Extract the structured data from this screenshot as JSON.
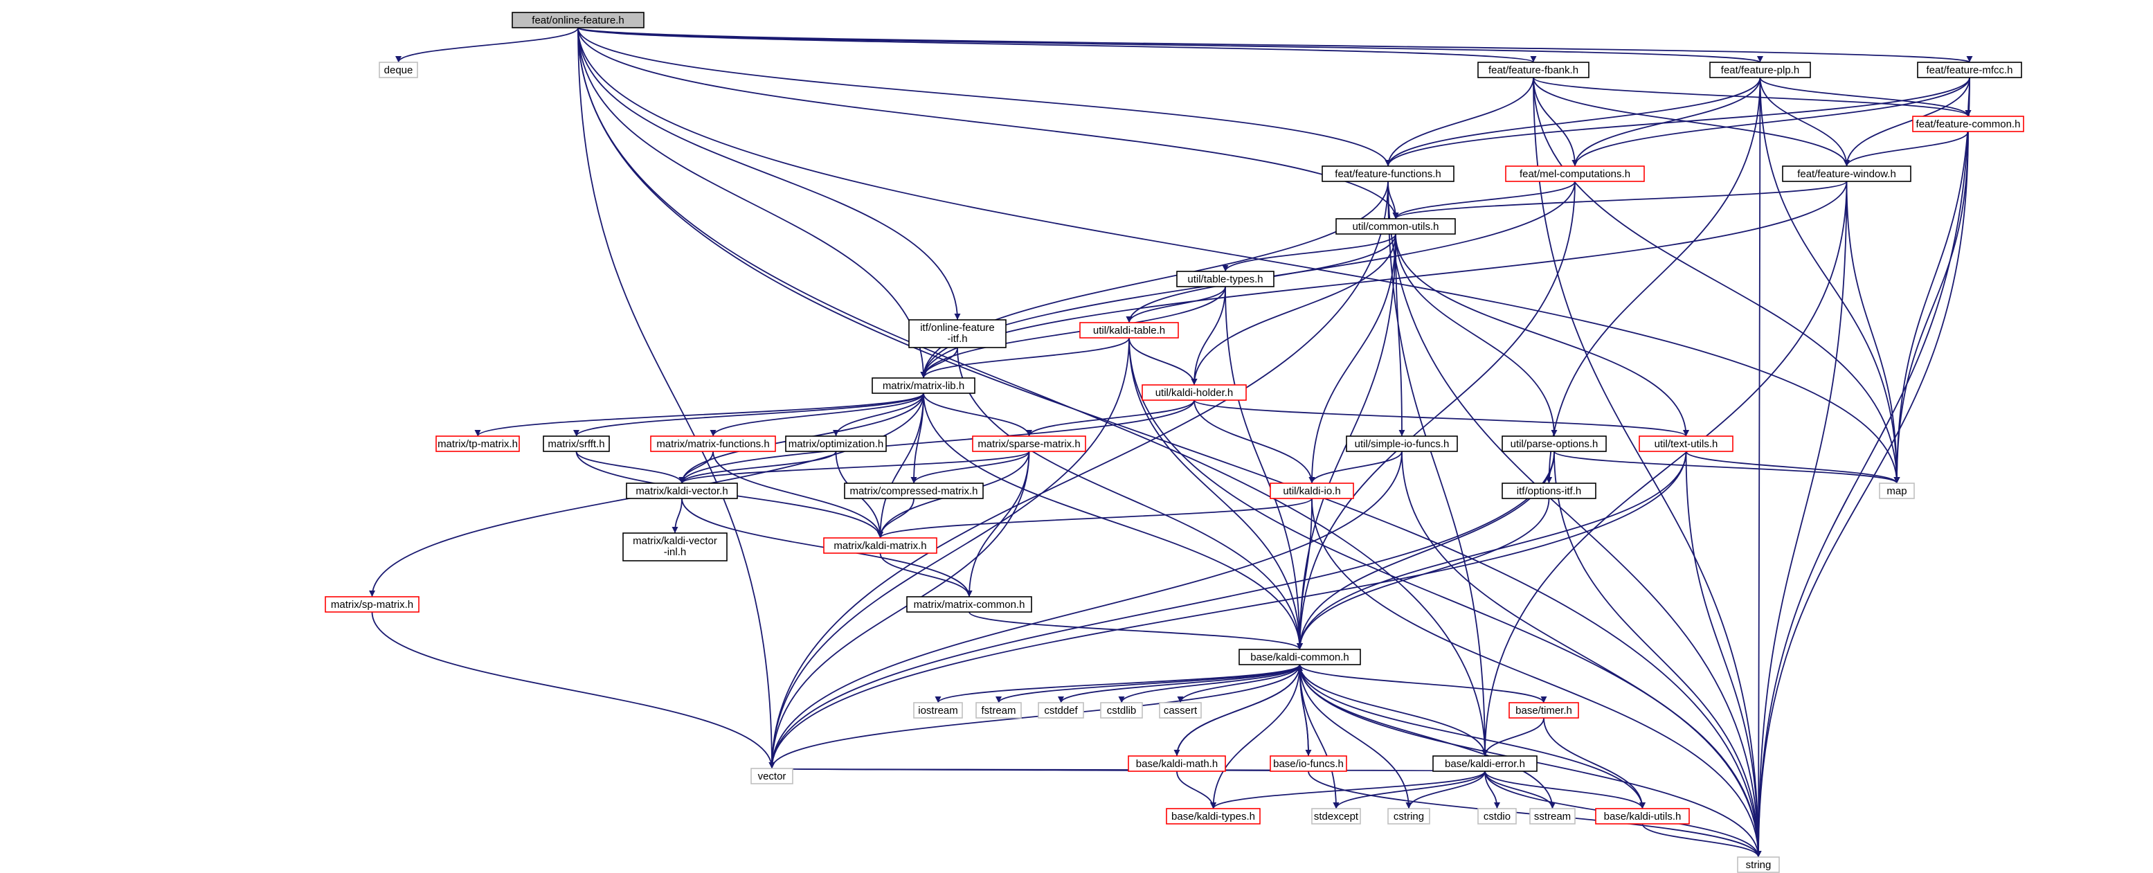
{
  "colors": {
    "edge": "#191970",
    "root_fill": "#bfbfbf",
    "root_border": "#000000",
    "node_border": "#000000",
    "truncated_border": "#ff0000",
    "system_border": "#bfbfbf"
  },
  "nodes": [
    {
      "id": "root",
      "label": "feat/online-feature.h",
      "kind": "root"
    },
    {
      "id": "deque",
      "label": "deque",
      "kind": "system"
    },
    {
      "id": "fbank",
      "label": "feat/feature-fbank.h",
      "kind": "normal"
    },
    {
      "id": "plp",
      "label": "feat/feature-plp.h",
      "kind": "normal"
    },
    {
      "id": "mfcc",
      "label": "feat/feature-mfcc.h",
      "kind": "normal"
    },
    {
      "id": "fcommon",
      "label": "feat/feature-common.h",
      "kind": "truncated"
    },
    {
      "id": "ffunc",
      "label": "feat/feature-functions.h",
      "kind": "normal"
    },
    {
      "id": "melcomp",
      "label": "feat/mel-computations.h",
      "kind": "truncated"
    },
    {
      "id": "fwindow",
      "label": "feat/feature-window.h",
      "kind": "normal"
    },
    {
      "id": "cutils",
      "label": "util/common-utils.h",
      "kind": "normal"
    },
    {
      "id": "ttypes",
      "label": "util/table-types.h",
      "kind": "normal"
    },
    {
      "id": "onlineitf",
      "label": "itf/online-feature\n-itf.h",
      "kind": "normal"
    },
    {
      "id": "ktable",
      "label": "util/kaldi-table.h",
      "kind": "truncated"
    },
    {
      "id": "mlib",
      "label": "matrix/matrix-lib.h",
      "kind": "normal"
    },
    {
      "id": "kholder",
      "label": "util/kaldi-holder.h",
      "kind": "truncated"
    },
    {
      "id": "tpm",
      "label": "matrix/tp-matrix.h",
      "kind": "truncated"
    },
    {
      "id": "srfft",
      "label": "matrix/srfft.h",
      "kind": "normal"
    },
    {
      "id": "mfuncs",
      "label": "matrix/matrix-functions.h",
      "kind": "truncated"
    },
    {
      "id": "mopt",
      "label": "matrix/optimization.h",
      "kind": "normal"
    },
    {
      "id": "sparse",
      "label": "matrix/sparse-matrix.h",
      "kind": "truncated"
    },
    {
      "id": "simpleio",
      "label": "util/simple-io-funcs.h",
      "kind": "normal"
    },
    {
      "id": "parseopt",
      "label": "util/parse-options.h",
      "kind": "normal"
    },
    {
      "id": "textutils",
      "label": "util/text-utils.h",
      "kind": "truncated"
    },
    {
      "id": "map",
      "label": "map",
      "kind": "system"
    },
    {
      "id": "kvector",
      "label": "matrix/kaldi-vector.h",
      "kind": "normal"
    },
    {
      "id": "compmat",
      "label": "matrix/compressed-matrix.h",
      "kind": "normal"
    },
    {
      "id": "kio",
      "label": "util/kaldi-io.h",
      "kind": "truncated"
    },
    {
      "id": "optitf",
      "label": "itf/options-itf.h",
      "kind": "normal"
    },
    {
      "id": "kvecinl",
      "label": "matrix/kaldi-vector\n-inl.h",
      "kind": "normal"
    },
    {
      "id": "kmatrix",
      "label": "matrix/kaldi-matrix.h",
      "kind": "truncated"
    },
    {
      "id": "spm",
      "label": "matrix/sp-matrix.h",
      "kind": "truncated"
    },
    {
      "id": "mcommon",
      "label": "matrix/matrix-common.h",
      "kind": "normal"
    },
    {
      "id": "kcommon",
      "label": "base/kaldi-common.h",
      "kind": "normal"
    },
    {
      "id": "iostream",
      "label": "iostream",
      "kind": "system"
    },
    {
      "id": "fstream",
      "label": "fstream",
      "kind": "system"
    },
    {
      "id": "cstddef",
      "label": "cstddef",
      "kind": "system"
    },
    {
      "id": "cstdlib",
      "label": "cstdlib",
      "kind": "system"
    },
    {
      "id": "cassert",
      "label": "cassert",
      "kind": "system"
    },
    {
      "id": "timer",
      "label": "base/timer.h",
      "kind": "truncated"
    },
    {
      "id": "kmath",
      "label": "base/kaldi-math.h",
      "kind": "truncated"
    },
    {
      "id": "iofuncs",
      "label": "base/io-funcs.h",
      "kind": "truncated"
    },
    {
      "id": "kerror",
      "label": "base/kaldi-error.h",
      "kind": "normal"
    },
    {
      "id": "vector",
      "label": "vector",
      "kind": "system"
    },
    {
      "id": "ktypes",
      "label": "base/kaldi-types.h",
      "kind": "truncated"
    },
    {
      "id": "stdexcept",
      "label": "stdexcept",
      "kind": "system"
    },
    {
      "id": "cstring",
      "label": "cstring",
      "kind": "system"
    },
    {
      "id": "cstdio",
      "label": "cstdio",
      "kind": "system"
    },
    {
      "id": "sstream",
      "label": "sstream",
      "kind": "system"
    },
    {
      "id": "kutils",
      "label": "base/kaldi-utils.h",
      "kind": "truncated"
    },
    {
      "id": "string",
      "label": "string",
      "kind": "system"
    }
  ],
  "edges": [
    [
      "root",
      "deque"
    ],
    [
      "root",
      "fbank"
    ],
    [
      "root",
      "plp"
    ],
    [
      "root",
      "mfcc"
    ],
    [
      "root",
      "ffunc"
    ],
    [
      "root",
      "cutils"
    ],
    [
      "root",
      "onlineitf"
    ],
    [
      "root",
      "mlib"
    ],
    [
      "root",
      "vector"
    ],
    [
      "root",
      "string"
    ],
    [
      "root",
      "map"
    ],
    [
      "root",
      "kerror"
    ],
    [
      "fbank",
      "fcommon"
    ],
    [
      "fbank",
      "ffunc"
    ],
    [
      "fbank",
      "melcomp"
    ],
    [
      "fbank",
      "fwindow"
    ],
    [
      "fbank",
      "map"
    ],
    [
      "fbank",
      "string"
    ],
    [
      "plp",
      "fcommon"
    ],
    [
      "plp",
      "ffunc"
    ],
    [
      "plp",
      "melcomp"
    ],
    [
      "plp",
      "fwindow"
    ],
    [
      "plp",
      "map"
    ],
    [
      "plp",
      "optitf"
    ],
    [
      "plp",
      "string"
    ],
    [
      "mfcc",
      "fcommon"
    ],
    [
      "mfcc",
      "ffunc"
    ],
    [
      "mfcc",
      "melcomp"
    ],
    [
      "mfcc",
      "fwindow"
    ],
    [
      "mfcc",
      "map"
    ],
    [
      "mfcc",
      "string"
    ],
    [
      "fcommon",
      "fwindow"
    ],
    [
      "fcommon",
      "map"
    ],
    [
      "fcommon",
      "string"
    ],
    [
      "ffunc",
      "cutils"
    ],
    [
      "ffunc",
      "mlib"
    ],
    [
      "ffunc",
      "kerror"
    ],
    [
      "ffunc",
      "vector"
    ],
    [
      "ffunc",
      "string"
    ],
    [
      "melcomp",
      "cutils"
    ],
    [
      "melcomp",
      "mlib"
    ],
    [
      "melcomp",
      "kcommon"
    ],
    [
      "fwindow",
      "cutils"
    ],
    [
      "fwindow",
      "mlib"
    ],
    [
      "fwindow",
      "map"
    ],
    [
      "fwindow",
      "string"
    ],
    [
      "fwindow",
      "kerror"
    ],
    [
      "cutils",
      "ttypes"
    ],
    [
      "cutils",
      "ktable"
    ],
    [
      "cutils",
      "kholder"
    ],
    [
      "cutils",
      "simpleio"
    ],
    [
      "cutils",
      "parseopt"
    ],
    [
      "cutils",
      "textutils"
    ],
    [
      "cutils",
      "kio"
    ],
    [
      "cutils",
      "kcommon"
    ],
    [
      "ttypes",
      "ktable"
    ],
    [
      "ttypes",
      "kholder"
    ],
    [
      "ttypes",
      "mlib"
    ],
    [
      "ttypes",
      "kcommon"
    ],
    [
      "onlineitf",
      "mlib"
    ],
    [
      "onlineitf",
      "kcommon"
    ],
    [
      "ktable",
      "kholder"
    ],
    [
      "ktable",
      "mlib"
    ],
    [
      "ktable",
      "kcommon"
    ],
    [
      "ktable",
      "vector"
    ],
    [
      "ktable",
      "string"
    ],
    [
      "kholder",
      "sparse"
    ],
    [
      "kholder",
      "kio"
    ],
    [
      "kholder",
      "textutils"
    ],
    [
      "kholder",
      "kvector"
    ],
    [
      "mlib",
      "tpm"
    ],
    [
      "mlib",
      "srfft"
    ],
    [
      "mlib",
      "mfuncs"
    ],
    [
      "mlib",
      "mopt"
    ],
    [
      "mlib",
      "sparse"
    ],
    [
      "mlib",
      "kvector"
    ],
    [
      "mlib",
      "compmat"
    ],
    [
      "mlib",
      "kmatrix"
    ],
    [
      "mlib",
      "spm"
    ],
    [
      "mlib",
      "kcommon"
    ],
    [
      "srfft",
      "kvector"
    ],
    [
      "srfft",
      "kmatrix"
    ],
    [
      "mfuncs",
      "kvector"
    ],
    [
      "mfuncs",
      "kmatrix"
    ],
    [
      "mopt",
      "kvector"
    ],
    [
      "mopt",
      "kmatrix"
    ],
    [
      "sparse",
      "kvector"
    ],
    [
      "sparse",
      "compmat"
    ],
    [
      "sparse",
      "kmatrix"
    ],
    [
      "sparse",
      "mcommon"
    ],
    [
      "sparse",
      "vector"
    ],
    [
      "simpleio",
      "kio"
    ],
    [
      "simpleio",
      "vector"
    ],
    [
      "simpleio",
      "string"
    ],
    [
      "parseopt",
      "optitf"
    ],
    [
      "parseopt",
      "map"
    ],
    [
      "parseopt",
      "kcommon"
    ],
    [
      "parseopt",
      "vector"
    ],
    [
      "parseopt",
      "string"
    ],
    [
      "textutils",
      "map"
    ],
    [
      "textutils",
      "kcommon"
    ],
    [
      "textutils",
      "vector"
    ],
    [
      "textutils",
      "string"
    ],
    [
      "kvector",
      "kvecinl"
    ],
    [
      "kvector",
      "mcommon"
    ],
    [
      "compmat",
      "kmatrix"
    ],
    [
      "kio",
      "kmatrix"
    ],
    [
      "kio",
      "kcommon"
    ],
    [
      "kio",
      "string"
    ],
    [
      "optitf",
      "kcommon"
    ],
    [
      "kmatrix",
      "mcommon"
    ],
    [
      "spm",
      "vector"
    ],
    [
      "mcommon",
      "kcommon"
    ],
    [
      "kcommon",
      "iostream"
    ],
    [
      "kcommon",
      "fstream"
    ],
    [
      "kcommon",
      "cstddef"
    ],
    [
      "kcommon",
      "cstdlib"
    ],
    [
      "kcommon",
      "cassert"
    ],
    [
      "kcommon",
      "timer"
    ],
    [
      "kcommon",
      "kmath"
    ],
    [
      "kcommon",
      "iofuncs"
    ],
    [
      "kcommon",
      "kerror"
    ],
    [
      "kcommon",
      "vector"
    ],
    [
      "kcommon",
      "ktypes"
    ],
    [
      "kcommon",
      "stdexcept"
    ],
    [
      "kcommon",
      "cstring"
    ],
    [
      "kcommon",
      "sstream"
    ],
    [
      "kcommon",
      "kutils"
    ],
    [
      "kcommon",
      "string"
    ],
    [
      "timer",
      "kerror"
    ],
    [
      "timer",
      "kutils"
    ],
    [
      "kmath",
      "kcommon"
    ],
    [
      "kmath",
      "ktypes"
    ],
    [
      "kmath",
      "vector"
    ],
    [
      "iofuncs",
      "kcommon"
    ],
    [
      "iofuncs",
      "vector"
    ],
    [
      "iofuncs",
      "string"
    ],
    [
      "kerror",
      "ktypes"
    ],
    [
      "kerror",
      "stdexcept"
    ],
    [
      "kerror",
      "cstring"
    ],
    [
      "kerror",
      "cstdio"
    ],
    [
      "kerror",
      "sstream"
    ],
    [
      "kerror",
      "kutils"
    ],
    [
      "kerror",
      "vector"
    ],
    [
      "kerror",
      "string"
    ],
    [
      "kutils",
      "string"
    ]
  ]
}
